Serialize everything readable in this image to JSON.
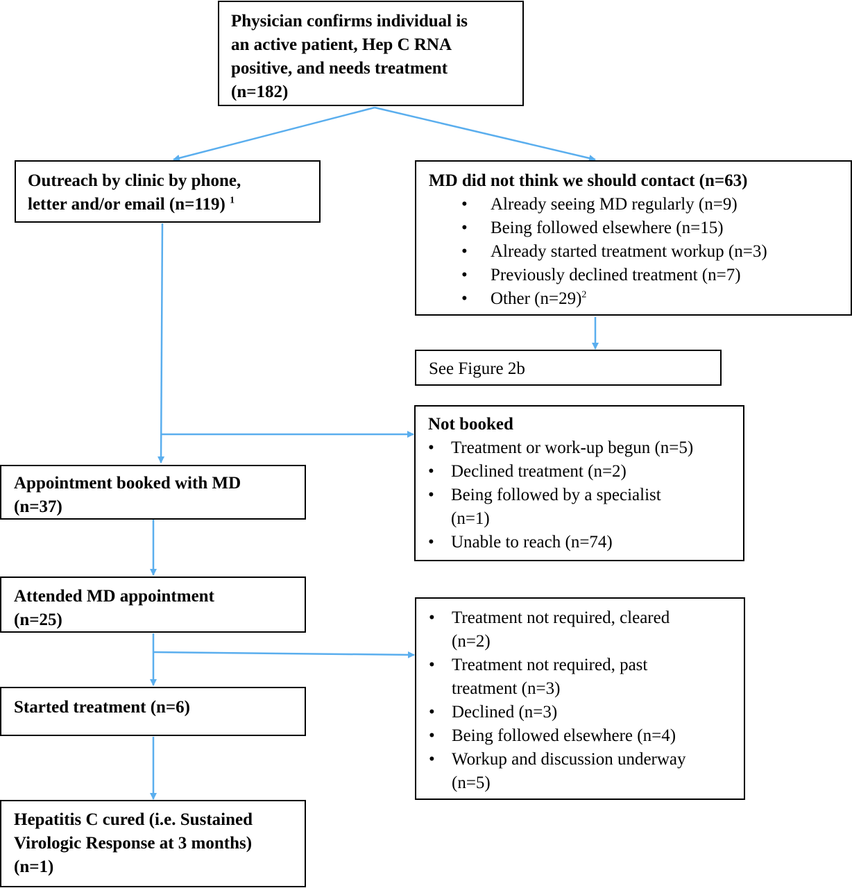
{
  "nodes": {
    "start": {
      "lines": [
        "Physician confirms individual is",
        "an active patient, Hep C RNA",
        "positive, and needs treatment",
        "(n=182)"
      ]
    },
    "outreach": {
      "lines": [
        "Outreach by clinic by phone,",
        "letter and/or email (n=119)"
      ],
      "footnote": "1"
    },
    "md_no_contact": {
      "title": "MD did not think we should contact (n=63)",
      "items": [
        "Already seeing MD regularly (n=9)",
        "Being followed elsewhere (n=15)",
        "Already started treatment workup (n=3)",
        "Previously declined treatment (n=7)",
        "Other (n=29)"
      ],
      "last_item_footnote": "2"
    },
    "see_figure": {
      "text": "See Figure 2b"
    },
    "not_booked": {
      "title": "Not booked",
      "items": [
        [
          "Treatment or work-up begun (n=5)"
        ],
        [
          "Declined treatment (n=2)"
        ],
        [
          "Being followed by a specialist",
          "(n=1)"
        ],
        [
          "Unable to reach (n=74)"
        ]
      ]
    },
    "appointment": {
      "lines": [
        "Appointment booked with MD",
        "(n=37)"
      ]
    },
    "attended": {
      "lines": [
        "Attended MD appointment",
        "(n=25)"
      ]
    },
    "not_treated": {
      "items": [
        [
          "Treatment not required, cleared",
          "(n=2)"
        ],
        [
          "Treatment not required, past",
          "treatment (n=3)"
        ],
        [
          "Declined (n=3)"
        ],
        [
          "Being followed elsewhere (n=4)"
        ],
        [
          "Workup and discussion underway",
          "(n=5)"
        ]
      ]
    },
    "started": {
      "lines": [
        "Started treatment (n=6)"
      ]
    },
    "cured": {
      "lines": [
        "Hepatitis C cured (i.e. Sustained",
        "Virologic Response at 3 months)",
        "(n=1)"
      ]
    }
  },
  "bullet_glyph": "•",
  "colors": {
    "arrow": "#5aaeee",
    "border": "#000000"
  }
}
